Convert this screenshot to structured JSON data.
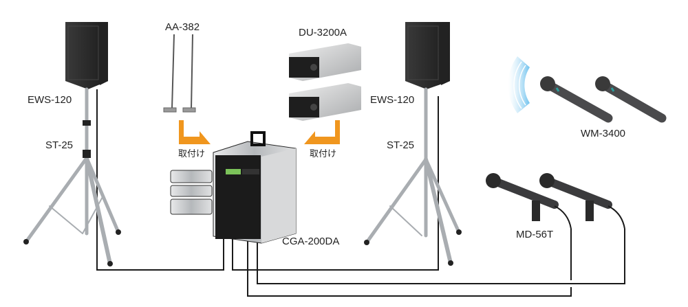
{
  "diagram": {
    "title": "Portable wireless PA system configuration",
    "components": {
      "speaker_left": {
        "model": "EWS-120",
        "type": "speaker"
      },
      "stand_left": {
        "model": "ST-25",
        "type": "speaker-stand"
      },
      "antenna": {
        "model": "AA-382",
        "type": "antenna",
        "count": 2
      },
      "tuner": {
        "model": "DU-3200A",
        "type": "wireless-tuner-unit",
        "count": 2
      },
      "amplifier": {
        "model": "CGA-200DA",
        "type": "portable-amplifier"
      },
      "speaker_right": {
        "model": "EWS-120",
        "type": "speaker"
      },
      "stand_right": {
        "model": "ST-25",
        "type": "speaker-stand"
      },
      "wireless_mic": {
        "model": "WM-3400",
        "type": "wireless-microphone",
        "count": 2
      },
      "wired_mic": {
        "model": "MD-56T",
        "type": "dynamic-microphone",
        "count": 2
      }
    },
    "attach_label_left": "取付け",
    "attach_label_right": "取付け",
    "colors": {
      "arrow": "#f0961e",
      "wave": "#7fc8ee",
      "cable": "#1a1a1a",
      "speaker": "#2b2b2b",
      "metal": "#c8cacc"
    }
  }
}
